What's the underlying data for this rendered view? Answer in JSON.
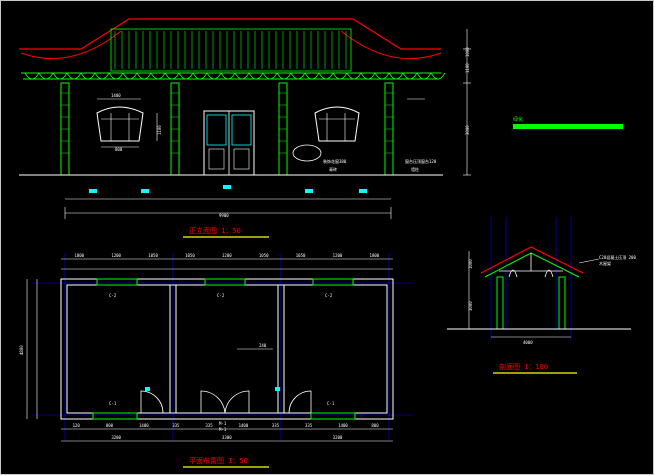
{
  "titles": {
    "elevation": "正立面图  1：50",
    "plan": "平面布置图  1：50",
    "section": "剖面图  1：100"
  },
  "legend": {
    "label": "绿化",
    "color": "#00ff00"
  },
  "elevation": {
    "dims_top": [
      "1400",
      "800"
    ],
    "dims_right": [
      "1000",
      "1100",
      "3000"
    ],
    "dims_left": [
      "1100"
    ],
    "total_width": "9900",
    "notes": [
      "装饰花窗380",
      "青砖",
      "窗台压顶窗台120",
      "墙柱"
    ]
  },
  "plan": {
    "dims_top": [
      "1800",
      "1200",
      "1050",
      "1050",
      "1200",
      "1050",
      "1050",
      "1200",
      "1800"
    ],
    "dims_left": [
      "4800"
    ],
    "dims_bottom_a": [
      "120",
      "800",
      "1400",
      "335",
      "335",
      "1400",
      "335",
      "335",
      "1400",
      "800"
    ],
    "dims_bottom_b": [
      "3200",
      "3300",
      "3200"
    ],
    "door_labels": [
      "C-2",
      "C-2",
      "C-2",
      "M-1",
      "M-1",
      "C-1",
      "C-1"
    ],
    "mid_dim": "240"
  },
  "section": {
    "dims_left": [
      "1000",
      "3000"
    ],
    "bottom": "4000",
    "note_lines": [
      "C20混凝土压顶 200",
      "木屋架"
    ]
  },
  "colors": {
    "wall": "#00ff00",
    "dim": "#ffffff",
    "axis": "#ff0000",
    "roof": "#ff0000",
    "blue": "#0000ff",
    "cyan": "#00ffff",
    "yellow": "#ffff00",
    "magenta": "#ff00ff"
  }
}
